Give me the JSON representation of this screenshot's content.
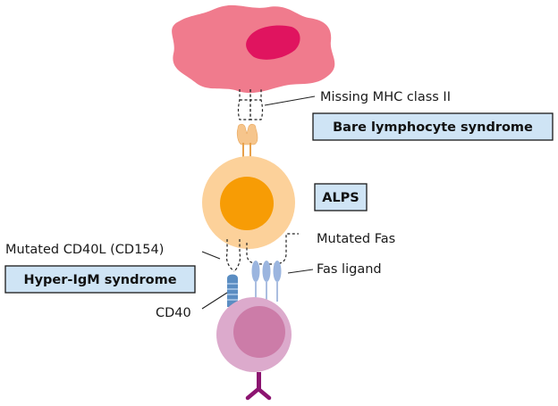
{
  "labels": {
    "missing_mhc": "Missing MHC class II",
    "bare_lymphocyte": "Bare lymphocyte syndrome",
    "alps": "ALPS",
    "mutated_cd40l": "Mutated CD40L (CD154)",
    "mutated_fas": "Mutated Fas",
    "hyper_igm": "Hyper-IgM syndrome",
    "fas_ligand": "Fas ligand",
    "cd40": "CD40"
  },
  "colors": {
    "apc_body": "#f07b8d",
    "apc_nucleus": "#e0145f",
    "t_cell_body": "#fcd19a",
    "t_cell_nucleus": "#f79c05",
    "b_cell_body": "#dcaacc",
    "b_cell_nucleus": "#cc7ca8",
    "receptor": "#f6c58c",
    "fas_ligand": "#9bb5df",
    "cd40": "#5a8dc2",
    "antibody": "#8c1470",
    "label_box_fill": "#cfe4f5",
    "label_box_border": "#1a1a1a"
  }
}
